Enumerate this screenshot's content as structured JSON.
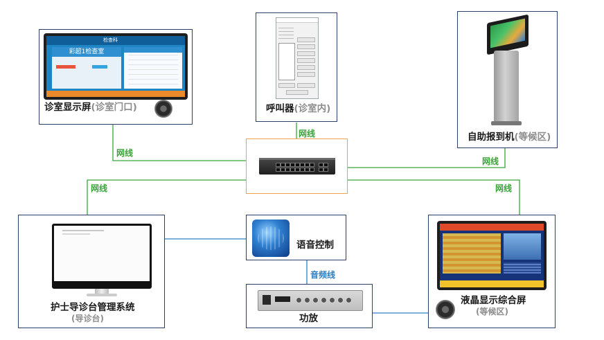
{
  "colors": {
    "box_border": "#2c3f66",
    "switch_border": "#f0a24a",
    "network_line": "#3aa33a",
    "audio_line": "#2d7fc3"
  },
  "devices": {
    "room_display": {
      "label": "诊室显示屏",
      "sub": "(诊室门口)",
      "screen_title": "检查科",
      "screen_room": "彩超1检查室"
    },
    "caller": {
      "label": "呼叫器",
      "sub": "(诊室内)"
    },
    "kiosk": {
      "label": "自助报到机",
      "sub": "(等候区)"
    },
    "switch": {
      "icon": "network-switch-icon"
    },
    "nurse_station": {
      "label": "护士导诊台管理系统",
      "sub": "(导诊台)"
    },
    "voice_control": {
      "label": "语音控制"
    },
    "amplifier": {
      "label": "功放"
    },
    "lcd_screen": {
      "label": "液晶显示综合屏",
      "sub": "(等候区)"
    }
  },
  "links": {
    "net_room_display": "网线",
    "net_caller": "网线",
    "net_kiosk": "网线",
    "net_nurse": "网线",
    "net_lcd": "网线",
    "audio": "音频线"
  }
}
